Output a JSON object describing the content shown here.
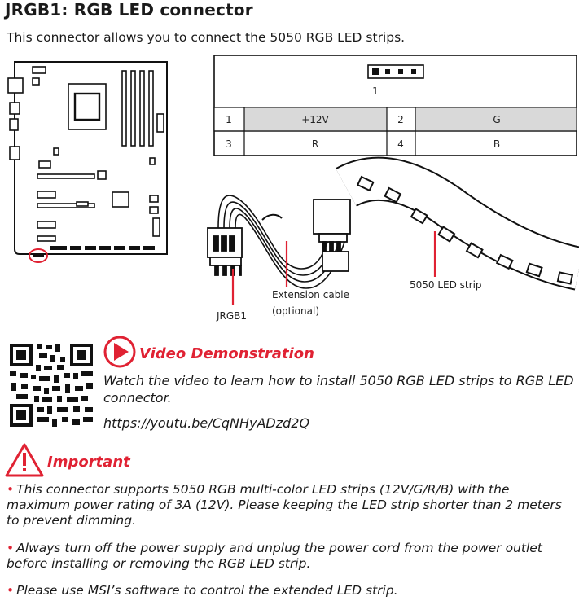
{
  "header": {
    "title": "JRGB1: RGB LED connector",
    "subtitle": "This connector allows you to connect the 5050 RGB LED strips."
  },
  "pin_table": {
    "pin1_marker": "1",
    "rows": [
      {
        "pin_a": "1",
        "signal_a": "+12V",
        "pin_b": "2",
        "signal_b": "G"
      },
      {
        "pin_a": "3",
        "signal_a": "R",
        "pin_b": "4",
        "signal_b": "B"
      }
    ]
  },
  "diagram": {
    "connector_label": "JRGB1",
    "cable_label_line1": "Extension cable",
    "cable_label_line2": "(optional)",
    "strip_label": "5050 LED strip"
  },
  "video": {
    "title": "Video Demonstration",
    "description": "Watch the video to learn how to install 5050 RGB LED strips to RGB LED connector.",
    "url": "https://youtu.be/CqNHyADzd2Q"
  },
  "important": {
    "title": "Important",
    "notes": [
      "This connector supports 5050 RGB multi-color LED strips (12V/G/R/B) with the maximum power rating of 3A (12V). Please keeping the LED strip shorter than 2 meters to prevent dimming.",
      "Always turn off the power supply and unplug the power cord from the power outlet before installing or removing the RGB LED strip.",
      "Please use MSI’s software to control the extended LED strip."
    ]
  },
  "colors": {
    "accent_red": "#e02233",
    "table_header_gray": "#d9d9d9"
  }
}
